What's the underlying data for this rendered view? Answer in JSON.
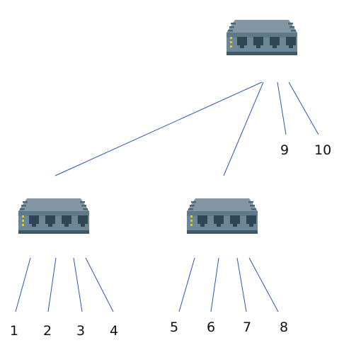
{
  "colors": {
    "switch_top": "#8496a3",
    "switch_body": "#5e7a89",
    "switch_dark": "#3f5866",
    "port": "#2f4654",
    "vent": "#4c6674",
    "led": "#f5c500",
    "link": "#2b56b5"
  },
  "devices": [
    {
      "id": "switch-top",
      "icon": "network-switch-icon"
    },
    {
      "id": "switch-left",
      "icon": "network-switch-icon"
    },
    {
      "id": "switch-right",
      "icon": "network-switch-icon"
    }
  ],
  "labels": {
    "p1": "1",
    "p2": "2",
    "p3": "3",
    "p4": "4",
    "p5": "5",
    "p6": "6",
    "p7": "7",
    "p8": "8",
    "p9": "9",
    "p10": "10"
  }
}
